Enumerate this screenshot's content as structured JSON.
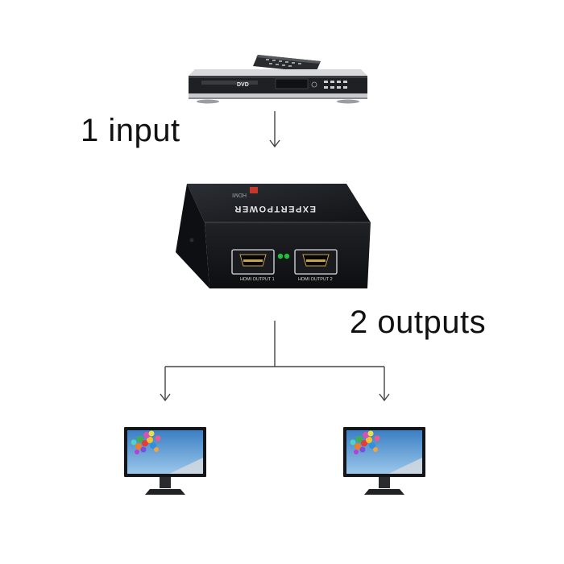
{
  "labels": {
    "input": "1 input",
    "outputs": "2 outputs"
  },
  "dvd_player": {
    "badge": "DVD"
  },
  "splitter": {
    "brand": "EXPERTPOWER",
    "top_mark": "HDMI",
    "port_1_label": "HDMI OUTPUT 1",
    "port_2_label": "HDMI OUTPUT 2",
    "led_color": "#1ec23a"
  },
  "colors": {
    "arrow": "#444444",
    "splitter_body": "#1a1c20"
  }
}
